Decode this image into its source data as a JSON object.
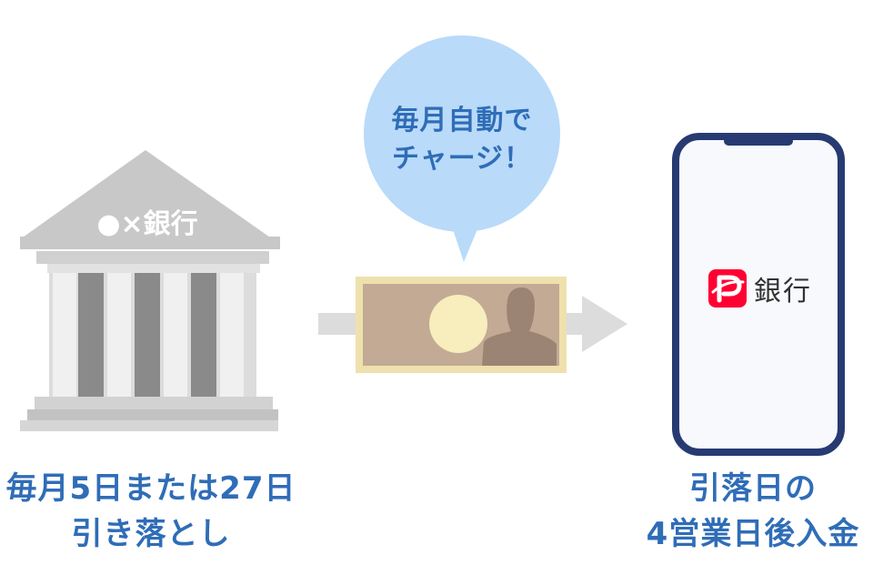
{
  "bank": {
    "name": "●×銀行",
    "caption_lines": [
      "毎月5日または27日",
      "引き落とし"
    ]
  },
  "bubble": {
    "lines": [
      "毎月自動で",
      "チャージ！"
    ]
  },
  "phone": {
    "app_name": "銀行",
    "caption_lines": [
      "引落日の",
      "4営業日後入金"
    ]
  },
  "colors": {
    "accent_text": "#2f6db7",
    "bubble_fill": "#b9daf9",
    "bank_gray": "#c8c8c8",
    "pillar_dark": "#8a8a8a",
    "banknote": "#c2aa95",
    "phone_frame": "#273a72",
    "paypay_red": "#ff0033"
  }
}
